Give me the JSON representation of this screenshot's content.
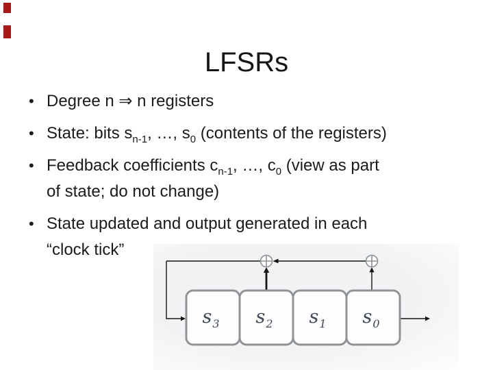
{
  "slide": {
    "title": "LFSRs",
    "bullet_glyph": "•",
    "bullets": [
      {
        "name": "degree",
        "segments": [
          {
            "t": "Degree n ⇒ n registers"
          }
        ]
      },
      {
        "name": "state-bits",
        "segments": [
          {
            "t": "State: bits s"
          },
          {
            "t": "n-1",
            "sub": true
          },
          {
            "t": ", …, s"
          },
          {
            "t": "0",
            "sub": true
          },
          {
            "t": " (contents of the registers)"
          }
        ]
      },
      {
        "name": "feedback-coefficients",
        "segments": [
          {
            "t": "Feedback coefficients c"
          },
          {
            "t": "n-1",
            "sub": true
          },
          {
            "t": ", …, c"
          },
          {
            "t": "0",
            "sub": true
          },
          {
            "t": " (view as part"
          },
          {
            "br": true
          },
          {
            "t": "of state; do not change)"
          }
        ]
      },
      {
        "name": "state-updated",
        "segments": [
          {
            "t": "State updated and output generated in each"
          },
          {
            "br": true
          },
          {
            "t": "“clock tick”"
          }
        ]
      }
    ]
  },
  "markers": {
    "color": "#a81818"
  },
  "diagram": {
    "xor_symbol": "⊕",
    "registers": [
      {
        "base": "s",
        "sub": "3"
      },
      {
        "base": "s",
        "sub": "2"
      },
      {
        "base": "s",
        "sub": "1"
      },
      {
        "base": "s",
        "sub": "0"
      }
    ],
    "colors": {
      "box_border": "#909396",
      "box_fill": "#fdfdfd",
      "label": "#3f4856",
      "line": "#141414",
      "xor": "#8b9094",
      "figure_background": "#f1f2f4"
    }
  }
}
